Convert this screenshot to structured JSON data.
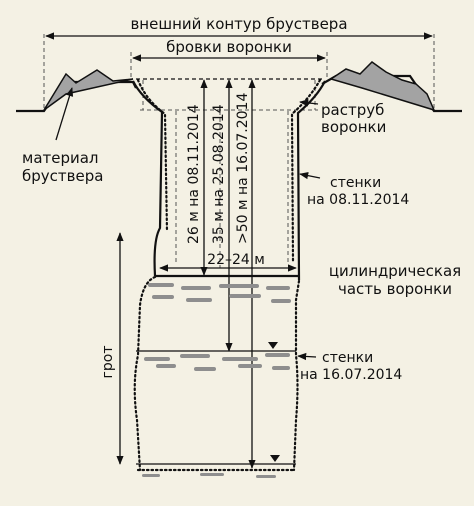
{
  "labels": {
    "outer_contour": "внешний контур бруствера",
    "crater_edges": "бровки воронки",
    "parapet_material_1": "материал",
    "parapet_material_2": "бруствера",
    "socket_1": "раструб",
    "socket_2": "воронки",
    "walls_2014_11_1": "стенки",
    "walls_2014_11_2": "на 08.11.2014",
    "depth_1": "26 м на 08.11.2014",
    "depth_2": "35 м на 25.08.2014",
    "depth_3": ">50 м на 16.07.2014",
    "diameter": "22–24 м",
    "cylindrical_1": "цилиндрическая",
    "cylindrical_2": "часть воронки",
    "grotto": "грот",
    "walls_2014_07_1": "стенки",
    "walls_2014_07_2": "на 16.07.2014"
  },
  "colors": {
    "background": "#f4f1e4",
    "parapet_fill": "#a3a3a3",
    "ink": "#111111",
    "water": "#8e8e8e"
  }
}
